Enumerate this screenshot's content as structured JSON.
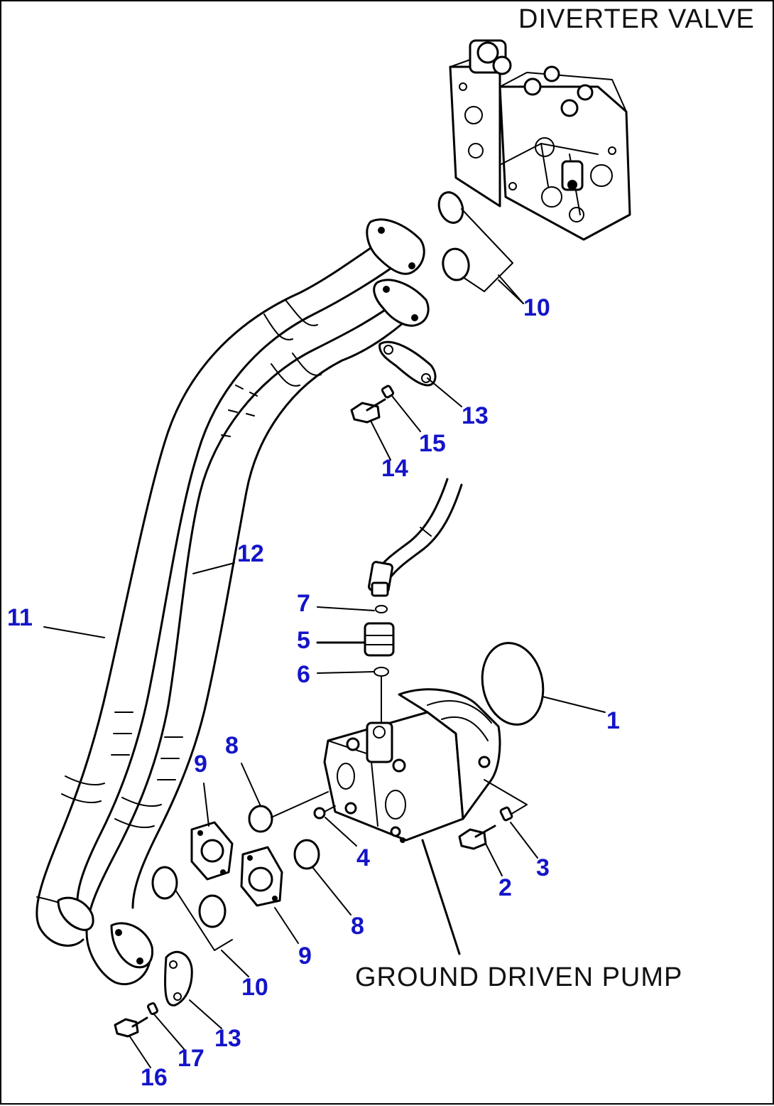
{
  "titles": {
    "top": "DIVERTER VALVE",
    "bottom": "GROUND DRIVEN PUMP"
  },
  "callouts": [
    {
      "id": "c10a",
      "label": "10"
    },
    {
      "id": "c13a",
      "label": "13"
    },
    {
      "id": "c15",
      "label": "15"
    },
    {
      "id": "c14",
      "label": "14"
    },
    {
      "id": "c12",
      "label": "12"
    },
    {
      "id": "c11",
      "label": "11"
    },
    {
      "id": "c7",
      "label": "7"
    },
    {
      "id": "c5",
      "label": "5"
    },
    {
      "id": "c6",
      "label": "6"
    },
    {
      "id": "c1",
      "label": "1"
    },
    {
      "id": "c8a",
      "label": "8"
    },
    {
      "id": "c9a",
      "label": "9"
    },
    {
      "id": "c4",
      "label": "4"
    },
    {
      "id": "c3",
      "label": "3"
    },
    {
      "id": "c2",
      "label": "2"
    },
    {
      "id": "c8b",
      "label": "8"
    },
    {
      "id": "c9b",
      "label": "9"
    },
    {
      "id": "c10b",
      "label": "10"
    },
    {
      "id": "c13b",
      "label": "13"
    },
    {
      "id": "c17",
      "label": "17"
    },
    {
      "id": "c16",
      "label": "16"
    }
  ],
  "colors": {
    "callout": "#1414c8",
    "ink": "#000000",
    "background": "#ffffff"
  }
}
